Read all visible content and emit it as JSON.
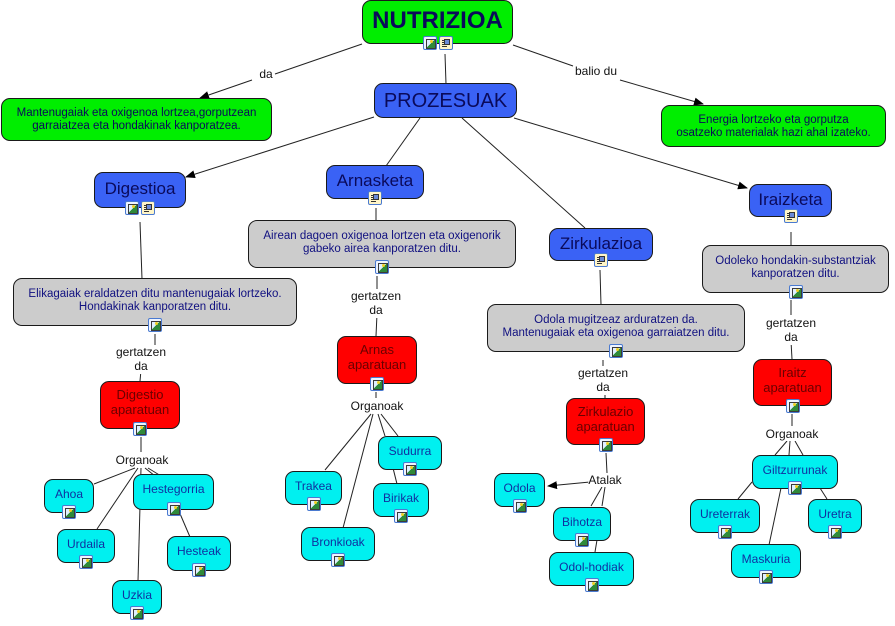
{
  "map": {
    "root": {
      "label": "NUTRIZIOA"
    },
    "definition": {
      "label": "Mantenugaiak eta oxigenoa lortzea,gorputzean\ngarraiatzea eta hondakinak kanporatzea."
    },
    "purpose": {
      "label": "Energia lortzeko eta gorputza\nosatzeko materialak hazi ahal izateko."
    },
    "processes": {
      "label": "PROZESUAK"
    },
    "link_labels": {
      "da": "da",
      "balio_du": "balio du",
      "gertatzen_da": "gertatzen\nda",
      "organoak": "Organoak",
      "atalak": "Atalak"
    },
    "branches": [
      {
        "name": "Digestioa",
        "description": "Elikagaiak eraldatzen ditu mantenugaiak lortzeko.\nHondakinak kanporatzen ditu.",
        "system": "Digestio\naparatuan",
        "organs": [
          "Ahoa",
          "Hestegorria",
          "Urdaila",
          "Hesteak",
          "Uzkia"
        ]
      },
      {
        "name": "Arnasketa",
        "description": "Airean dagoen oxigenoa lortzen eta oxigenorik\ngabeko airea kanporatzen ditu.",
        "system": "Arnas\naparatuan",
        "organs": [
          "Sudurra",
          "Trakea",
          "Birikak",
          "Bronkioak"
        ]
      },
      {
        "name": "Zirkulazioa",
        "description": "Odola mugitzeaz arduratzen da.\nMantenugaiak eta oxigenoa garraiatzen ditu.",
        "system": "Zirkulazio\naparatuan",
        "organs": [
          "Odola",
          "Bihotza",
          "Odol-hodiak"
        ]
      },
      {
        "name": "Iraizketa",
        "description": "Odoleko hondakin-substantziak\nkanporatzen ditu.",
        "system": "Iraitz\naparatuan",
        "organs": [
          "Giltzurrunak",
          "Ureterrak",
          "Uretra",
          "Maskuria"
        ]
      }
    ]
  },
  "colors": {
    "root": "#00ee00",
    "process": "#3a62f5",
    "description": "#cccccc",
    "system": "#ff0000",
    "organ": "#00f0f0"
  },
  "icons": {
    "image": "image-resource-icon",
    "document": "document-resource-icon"
  }
}
